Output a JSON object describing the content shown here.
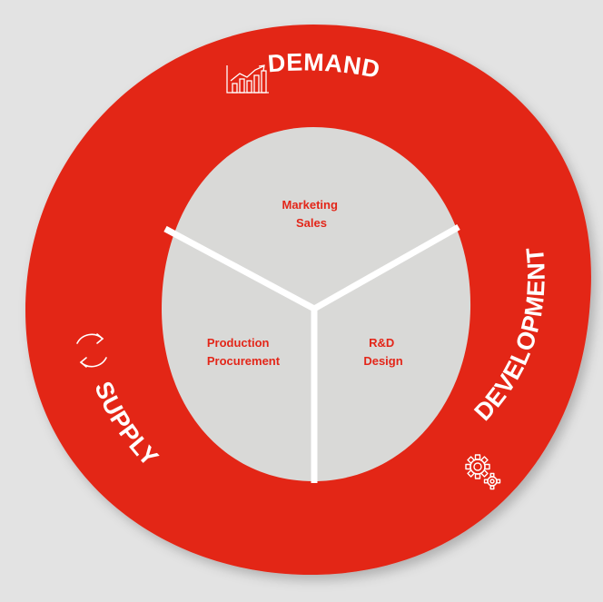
{
  "colors": {
    "background": "#e3e3e3",
    "ring": "#e32619",
    "core": "#d9d9d7",
    "divider": "#ffffff",
    "segment_text": "#e32619",
    "ring_text": "#ffffff"
  },
  "ring": {
    "demand": {
      "label": "DEMAND",
      "icon": "bar-chart-trend-icon"
    },
    "development": {
      "label": "DEVELOPMENT",
      "icon": "gears-icon"
    },
    "supply": {
      "label": "SUPPLY",
      "icon": "cycle-arrows-icon"
    }
  },
  "core": {
    "top": {
      "line1": "Marketing",
      "line2": "Sales"
    },
    "left": {
      "line1": "Production",
      "line2": "Procurement"
    },
    "right": {
      "line1": "R&D",
      "line2": "Design"
    }
  }
}
